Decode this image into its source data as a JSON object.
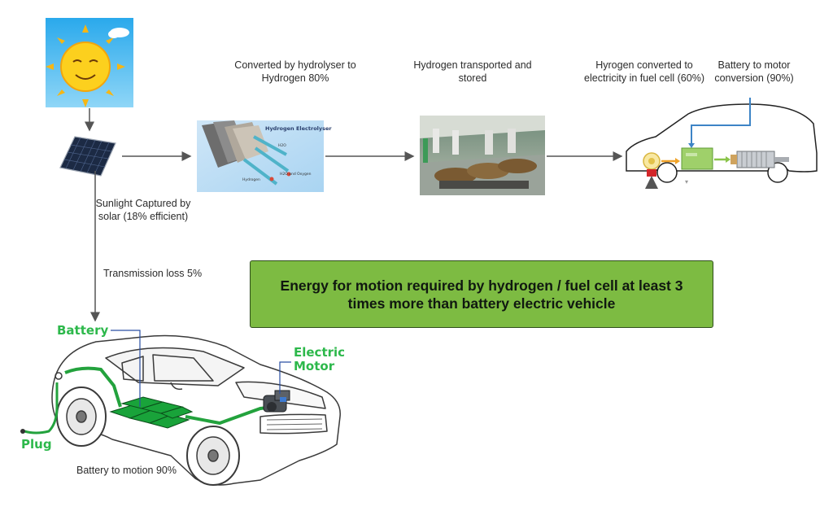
{
  "labels": {
    "hydrolyser": "Converted by hydrolyser to Hydrogen  80%",
    "transport": "Hydrogen transported and stored",
    "fuel_cell": "Hyrogen converted to electricity in fuel cell (60%)",
    "motor_conversion": "Battery to motor conversion (90%)",
    "solar": "Sunlight Captured by solar (18% efficient)",
    "transmission": "Transmission loss 5%",
    "battery_motion": "Battery to motion 90%"
  },
  "callout": "Energy for motion required by hydrogen / fuel cell at least 3 times more than battery electric vehicle",
  "car_labels": {
    "battery": "Battery",
    "motor": "Electric Motor",
    "plug": "Plug"
  },
  "electrolyser": {
    "title": "Hydrogen Electrolyser",
    "h2o": "H2O",
    "h2o_oxygen": "H2O and Oxygen",
    "hydrogen": "Hydrogen"
  },
  "colors": {
    "sky": "#3fb6ee",
    "callout_fill": "#7dbb42",
    "label_green": "#2db84b",
    "battery_green": "#19a33a",
    "arrow": "#555555"
  }
}
